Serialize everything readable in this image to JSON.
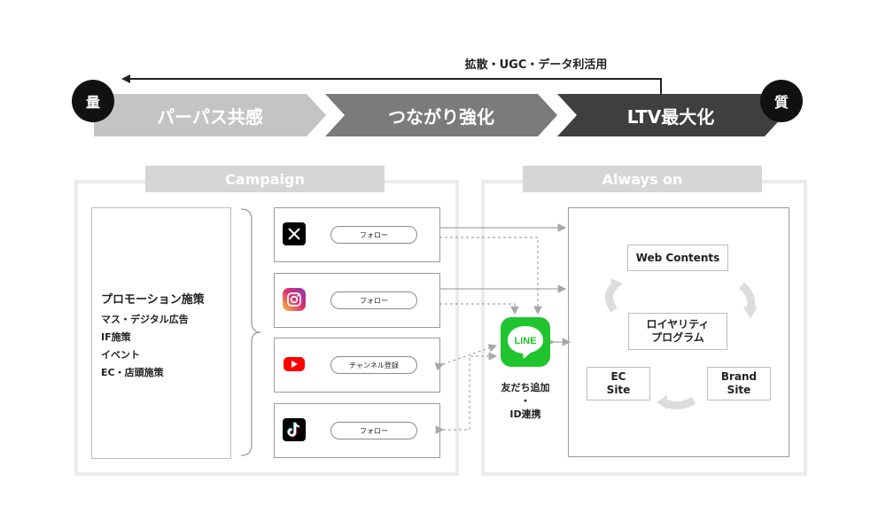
{
  "top_arrow_label": "拡散・UGC・データ利活用",
  "left_circle": "量",
  "right_circle": "質",
  "stages": [
    "パーパス共感",
    "つながり強化",
    "LTV最大化"
  ],
  "campaign": {
    "title": "Campaign",
    "promo_heading": "プロモーション施策",
    "promo_items": [
      "マス・デジタル広告",
      "IF施策",
      "イベント",
      "EC・店頭施策"
    ],
    "channels": [
      {
        "icon": "x-logo-icon",
        "action": "フォロー"
      },
      {
        "icon": "instagram-logo-icon",
        "action": "フォロー"
      },
      {
        "icon": "youtube-logo-icon",
        "action": "チャンネル登録"
      },
      {
        "icon": "tiktok-logo-icon",
        "action": "フォロー"
      }
    ]
  },
  "line": {
    "logo_text": "LINE",
    "caption": [
      "友だち追加",
      "・",
      "ID連携"
    ]
  },
  "always_on": {
    "title": "Always on",
    "web_contents": "Web Contents",
    "loyalty": [
      "ロイヤリティ",
      "プログラム"
    ],
    "ec_site": [
      "EC",
      "Site"
    ],
    "brand_site": [
      "Brand",
      "Site"
    ]
  },
  "colors": {
    "stage1": "#c4c4c4",
    "stage2": "#7b7b7b",
    "stage3": "#3f3f3f",
    "line_green": "#1fc42e",
    "youtube_red": "#ff0000"
  }
}
